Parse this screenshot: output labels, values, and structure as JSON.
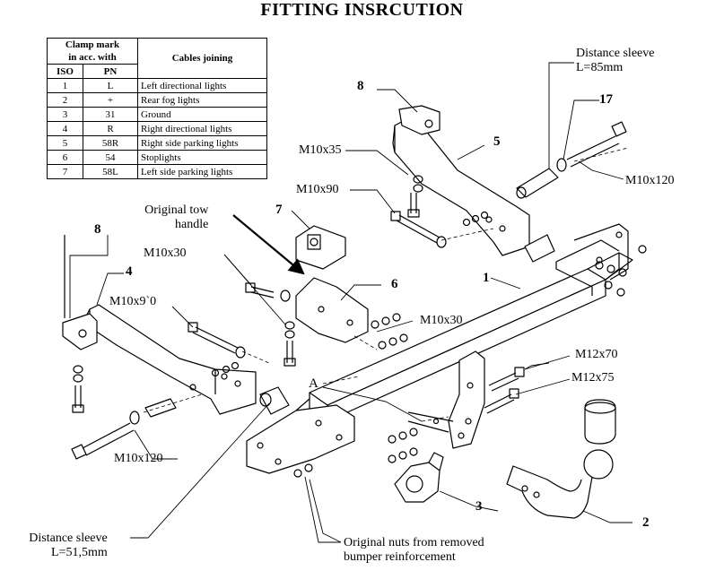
{
  "title": "FITTING INSRCUTION",
  "clamp_table": {
    "header_main": [
      "Clamp mark",
      "in acc. with"
    ],
    "header_iso": "ISO",
    "header_pn": "PN",
    "header_cables": "Cables joining",
    "rows": [
      {
        "iso": "1",
        "pn": "L",
        "desc": "Left directional lights"
      },
      {
        "iso": "2",
        "pn": "+",
        "desc": "Rear fog lights"
      },
      {
        "iso": "3",
        "pn": "31",
        "desc": "Ground"
      },
      {
        "iso": "4",
        "pn": "R",
        "desc": "Right directional lights"
      },
      {
        "iso": "5",
        "pn": "58R",
        "desc": "Right side parking lights"
      },
      {
        "iso": "6",
        "pn": "54",
        "desc": "Stoplights"
      },
      {
        "iso": "7",
        "pn": "58L",
        "desc": "Left side parking lights"
      }
    ]
  },
  "labels": {
    "distance_sleeve_top": [
      "Distance sleeve",
      "L=85mm"
    ],
    "distance_sleeve_bottom": [
      "Distance sleeve",
      "L=51,5mm"
    ],
    "original_tow_handle": [
      "Original tow",
      "handle"
    ],
    "original_nuts": [
      "Original nuts from removed",
      "bumper reinforcement"
    ],
    "m10x35": "M10x35",
    "m10x90": "M10x90",
    "m10x120_right": "M10x120",
    "m10x30_top": "M10x30",
    "m10x30_mid": "M10x30",
    "m10x9_0": "M10x9`0",
    "m10x120_left": "M10x120",
    "m12x70": "M12x70",
    "m12x75": "M12x75",
    "point_a": "A"
  },
  "part_numbers": {
    "p1": "1",
    "p2": "2",
    "p3": "3",
    "p4": "4",
    "p5": "5",
    "p6": "6",
    "p7": "7",
    "p8_left": "8",
    "p8_top": "8",
    "p17": "17"
  }
}
